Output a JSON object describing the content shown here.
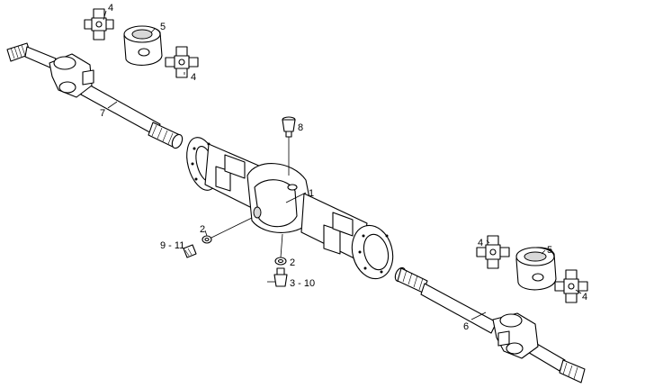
{
  "callouts": {
    "axle_housing": "1",
    "seal_ring_top": "2",
    "seal_ring_bottom": "2",
    "drain_plug": "3 - 10",
    "spider_left_top": "4",
    "spider_left_bottom": "4",
    "spider_right_left": "4",
    "spider_right_right": "4",
    "knuckle_left": "5",
    "knuckle_right": "5",
    "shaft_right": "6",
    "shaft_left": "7",
    "breather": "8",
    "filler_plug": "9 - 11"
  }
}
